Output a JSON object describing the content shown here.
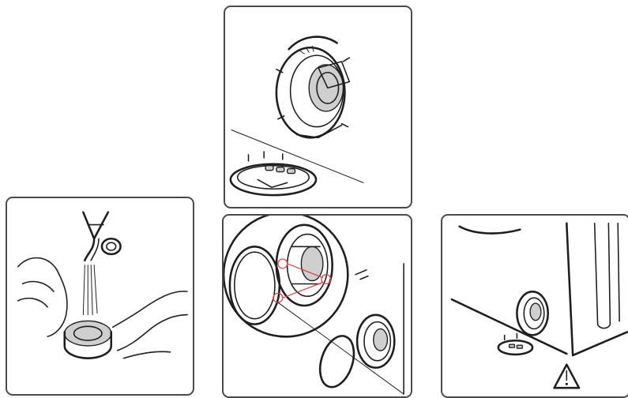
{
  "panels": [
    {
      "id": "remove-filter-panel"
    },
    {
      "id": "clean-filter-panel"
    },
    {
      "id": "cover-panel"
    },
    {
      "id": "machine-base-panel"
    }
  ],
  "colors": {
    "frame": "#4a4a4a",
    "line": "#1e1e1e",
    "highlight": "#d24a4a"
  },
  "symbols": {
    "warning": "warning-triangle-icon"
  }
}
